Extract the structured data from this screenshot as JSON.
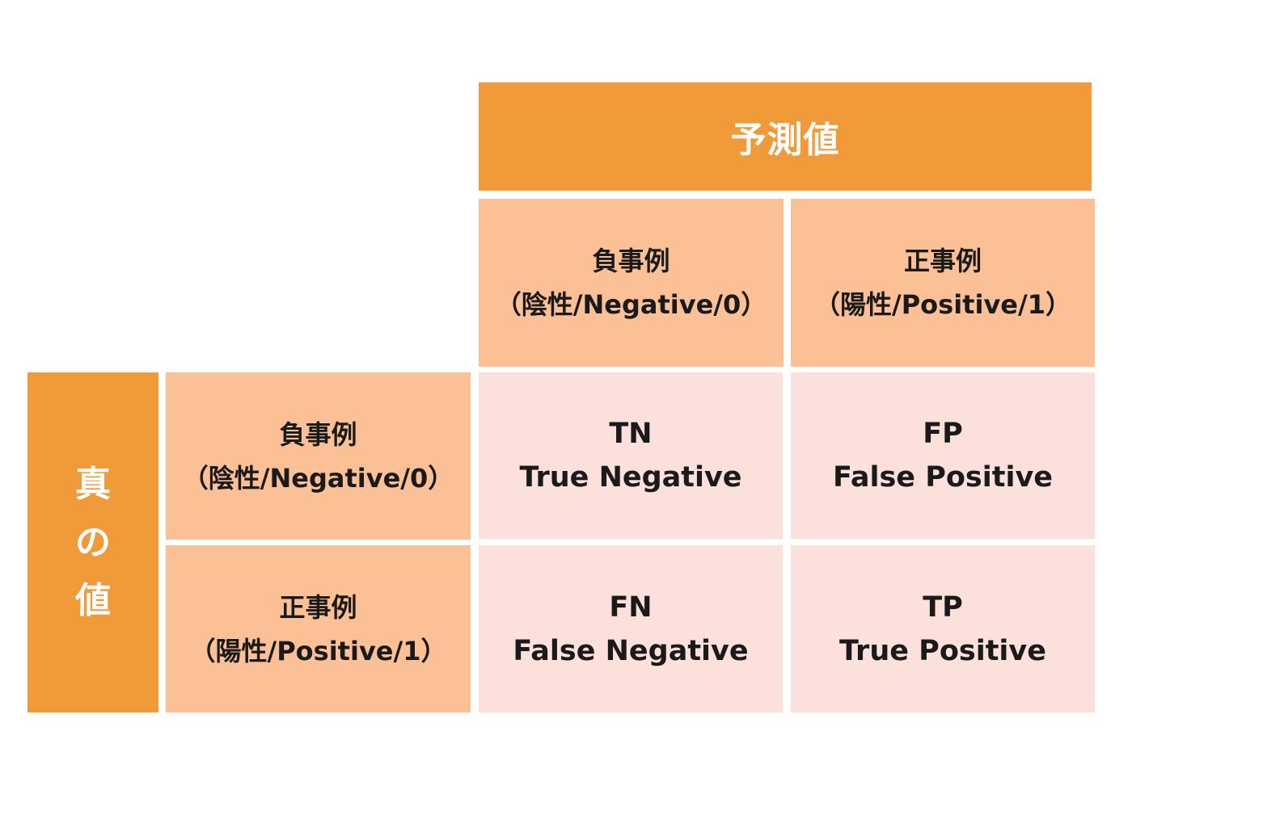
{
  "predicted_header": "予測値",
  "actual_header_chars": [
    "真",
    "の",
    "値"
  ],
  "column_headers": [
    {
      "line1": "負事例",
      "line2": "（陰性/Negative/0）"
    },
    {
      "line1": "正事例",
      "line2": "（陽性/Positive/1）"
    }
  ],
  "row_headers": [
    {
      "line1": "負事例",
      "line2": "（陰性/Negative/0）"
    },
    {
      "line1": "正事例",
      "line2": "（陽性/Positive/1）"
    }
  ],
  "cells": [
    [
      {
        "abbr": "TN",
        "full": "True Negative"
      },
      {
        "abbr": "FP",
        "full": "False Positive"
      }
    ],
    [
      {
        "abbr": "FN",
        "full": "False Negative"
      },
      {
        "abbr": "TP",
        "full": "True Positive"
      }
    ]
  ],
  "colors": {
    "dark_orange": "#f09a3a",
    "light_orange": "#fbc096",
    "pale_pink": "#fce0db"
  }
}
